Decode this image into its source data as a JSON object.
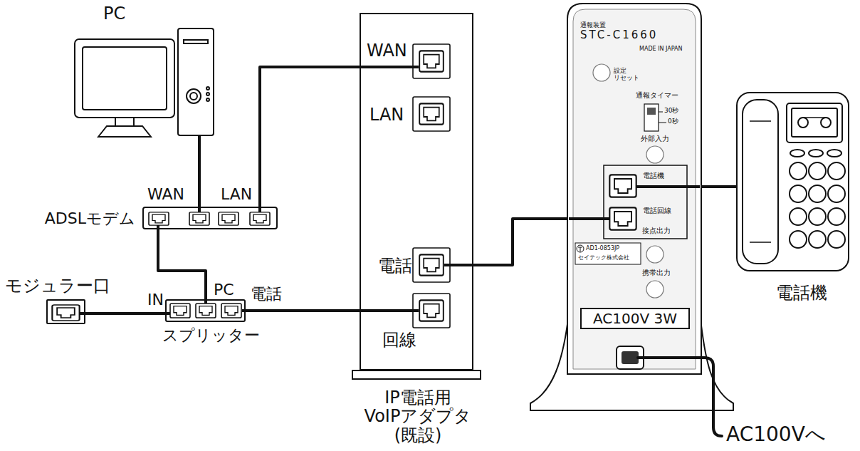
{
  "diagram": {
    "nodes": [
      {
        "text": [
          "PC"
        ]
      },
      {
        "text": [
          "ADSLモデム",
          "WAN",
          "LAN"
        ]
      },
      {
        "text": [
          "モジュラー口"
        ]
      },
      {
        "text": [
          "IN",
          "PC",
          "電話",
          "スプリッター"
        ]
      },
      {
        "text": [
          "WAN",
          "LAN",
          "電話",
          "回線",
          "IP電話用 VoIPアダプタ (既設)"
        ]
      },
      {
        "text": [
          "通報装置",
          "STC-C1660",
          "MADE IN JAPAN",
          "設定 リセット",
          "通報タイマー",
          "30秒",
          "0秒",
          "外部入力",
          "電話機",
          "電話回線",
          "接点出力",
          "AD1-0853JP",
          "セイテック株式会社",
          "携帯出力",
          "AC100V 3W"
        ]
      },
      {
        "text": [
          "電話機"
        ]
      }
    ],
    "edges": [
      {
        "from": 0,
        "to": 1,
        "arrow": "none"
      },
      {
        "from": 1,
        "to": 3,
        "arrow": "none"
      },
      {
        "from": 2,
        "to": 3,
        "arrow": "none"
      },
      {
        "from": 3,
        "to": 4,
        "arrow": "none"
      },
      {
        "from": 1,
        "to": 4,
        "arrow": "none"
      },
      {
        "from": 4,
        "to": 5,
        "arrow": "none"
      },
      {
        "from": 5,
        "to": 6,
        "arrow": "none"
      }
    ],
    "labels": [
      "AC100Vへ"
    ]
  }
}
